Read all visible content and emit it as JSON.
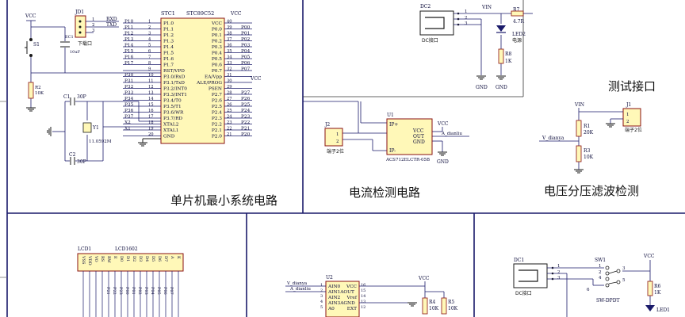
{
  "sections": {
    "mcu": "单片机最小系统电路",
    "current": "电流检测电路",
    "test": "测试接口",
    "voltage": "电压分压滤波检测"
  },
  "mcu": {
    "chip_ref": "STC1",
    "chip_model": "STC89C52",
    "header_ref": "JD1",
    "rxd": "RXD",
    "txd": "TXD",
    "header_label": "下载口",
    "pins_left": [
      {
        "num": "1",
        "name": "P1.0",
        "net": "P10"
      },
      {
        "num": "2",
        "name": "P1.1",
        "net": "P11"
      },
      {
        "num": "3",
        "name": "P1.2",
        "net": "P12"
      },
      {
        "num": "4",
        "name": "P1.3",
        "net": "P13"
      },
      {
        "num": "5",
        "name": "P1.4",
        "net": "P14"
      },
      {
        "num": "6",
        "name": "P1.5",
        "net": "P15"
      },
      {
        "num": "7",
        "name": "P1.6",
        "net": "P16"
      },
      {
        "num": "8",
        "name": "P1.7",
        "net": "P17"
      },
      {
        "num": "9",
        "name": "RST/VPD",
        "net": ""
      },
      {
        "num": "10",
        "name": "P3.0/RxD",
        "net": "P30"
      },
      {
        "num": "11",
        "name": "P3.1/TxD",
        "net": "P31"
      },
      {
        "num": "12",
        "name": "P3.2/INT0",
        "net": "P32"
      },
      {
        "num": "13",
        "name": "P3.3/INT1",
        "net": "P33"
      },
      {
        "num": "14",
        "name": "P3.4/T0",
        "net": "P34"
      },
      {
        "num": "15",
        "name": "P3.5/T1",
        "net": "P35"
      },
      {
        "num": "16",
        "name": "P3.6/WR",
        "net": "P36"
      },
      {
        "num": "17",
        "name": "P3.7/RD",
        "net": "P37"
      },
      {
        "num": "18",
        "name": "XTAL2",
        "net": "X2"
      },
      {
        "num": "19",
        "name": "XTAL1",
        "net": "X1"
      },
      {
        "num": "20",
        "name": "GND",
        "net": ""
      }
    ],
    "pins_right": [
      {
        "num": "40",
        "name": "VCC",
        "net": "VCC"
      },
      {
        "num": "39",
        "name": "P0.0",
        "net": "P00"
      },
      {
        "num": "38",
        "name": "P0.1",
        "net": "P01"
      },
      {
        "num": "37",
        "name": "P0.2",
        "net": "P02"
      },
      {
        "num": "36",
        "name": "P0.3",
        "net": "P03"
      },
      {
        "num": "35",
        "name": "P0.4",
        "net": "P04"
      },
      {
        "num": "34",
        "name": "P0.5",
        "net": "P05"
      },
      {
        "num": "33",
        "name": "P0.6",
        "net": "P06"
      },
      {
        "num": "32",
        "name": "P0.7",
        "net": "P07"
      },
      {
        "num": "31",
        "name": "EA/Vpp",
        "net": "VCC"
      },
      {
        "num": "30",
        "name": "ALE/PROG",
        "net": ""
      },
      {
        "num": "29",
        "name": "PSEN",
        "net": ""
      },
      {
        "num": "28",
        "name": "P2.7",
        "net": "P27"
      },
      {
        "num": "27",
        "name": "P2.6",
        "net": "P26"
      },
      {
        "num": "26",
        "name": "P2.5",
        "net": "P25"
      },
      {
        "num": "25",
        "name": "P2.4",
        "net": "P24"
      },
      {
        "num": "24",
        "name": "P2.3",
        "net": "P23"
      },
      {
        "num": "23",
        "name": "P2.2",
        "net": "P22"
      },
      {
        "num": "22",
        "name": "P2.1",
        "net": "P21"
      },
      {
        "num": "21",
        "name": "P2.0",
        "net": "P20"
      }
    ],
    "vcc": "VCC",
    "s1": "S1",
    "ec1_ref": "EC1",
    "ec1_val": "10uF",
    "r2_ref": "R2",
    "r2_val": "10K",
    "c1_ref": "C1",
    "c1_val": "30P",
    "c2_ref": "C2",
    "c2_val": "30P",
    "y1_ref": "Y1",
    "y1_val": "11.0592M"
  },
  "power": {
    "dc2": "DC2",
    "dc_label": "DC接口",
    "vin": "VIN",
    "r7_ref": "R7",
    "r7_val": "4.7R",
    "led2": "LED2",
    "led_label": "电源",
    "r8_ref": "R8",
    "r8_val": "1K",
    "gnd": "GND",
    "pin1": "1",
    "pin2": "2",
    "pin3": "3"
  },
  "current": {
    "j2": "J2",
    "j2_label": "端子2位",
    "u1": "U1",
    "u1_model": "ACS712ELCTR-05B",
    "ip_plus": "IP+",
    "ip_minus": "IP-",
    "vcc": "VCC",
    "out": "OUT",
    "gnd": "GND",
    "net_a": "A_dianliu",
    "pin1": "1",
    "pin2": "2"
  },
  "test": {
    "j1": "J1",
    "j1_label": "端子2位",
    "vin": "VIN",
    "pin1": "1",
    "pin2": "2"
  },
  "voltage": {
    "vin": "VIN",
    "r1_ref": "R1",
    "r1_val": "20K",
    "r3_ref": "R3",
    "r3_val": "10K",
    "net_v": "V_dianya"
  },
  "lcd": {
    "ref": "LCD1",
    "model": "LCD1602",
    "pins_top": [
      "VSS",
      "VDD",
      "VO",
      "RS",
      "RW",
      "E",
      "D0",
      "D1",
      "D2",
      "D3",
      "D4",
      "D5",
      "D6",
      "D7",
      "A",
      "K"
    ],
    "nets": [
      "P21",
      "P22",
      "P23",
      "P00",
      "P01",
      "P02",
      "P03",
      "P04",
      "P05",
      "P06",
      "P07"
    ]
  },
  "adc": {
    "u2": "U2",
    "pins_left": [
      "AIN0",
      "AIN1AOUT",
      "AIN2",
      "AIN3AGND",
      "A0"
    ],
    "pins_right": [
      "VCC",
      "",
      "Vref",
      "",
      "EXT"
    ],
    "nums_left": [
      "1",
      "2",
      "3",
      "4",
      "5"
    ],
    "nums_right": [
      "16",
      "15",
      "14",
      "13",
      "12"
    ],
    "net_v": "V_dianya",
    "net_a": "A_dianliu",
    "vcc": "VCC",
    "r4_ref": "R4",
    "r4_val": "10K",
    "r5_ref": "R5",
    "r5_val": "10K"
  },
  "switch": {
    "dc1": "DC1",
    "dc_label": "DC接口",
    "sw1": "SW1",
    "sw_label": "SW-DPDT",
    "vcc": "VCC",
    "r6_ref": "R6",
    "r6_val": "1K",
    "led1": "LED1",
    "nums": [
      "1",
      "2",
      "3",
      "4",
      "5",
      "6"
    ]
  }
}
